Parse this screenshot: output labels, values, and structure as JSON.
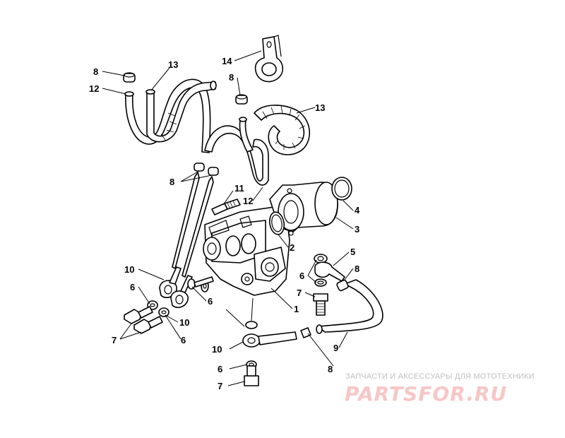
{
  "diagram": {
    "callouts": {
      "c1": "1",
      "c2": "2",
      "c3": "3",
      "c4": "4",
      "c5": "5",
      "c6a": "6",
      "c6b": "6",
      "c6c": "6",
      "c6d": "6",
      "c6e": "6",
      "c7a": "7",
      "c7b": "7",
      "c7c": "7",
      "c8a": "8",
      "c8b": "8",
      "c8c": "8",
      "c8d": "8",
      "c8e": "8",
      "c9": "9",
      "c10a": "10",
      "c10b": "10",
      "c10c": "10",
      "c11": "11",
      "c12a": "12",
      "c12b": "12",
      "c13a": "13",
      "c13b": "13",
      "c14": "14"
    }
  },
  "watermark": {
    "caption": "ЗАПЧАСТИ И АКСЕССУАРЫ ДЛЯ МОТОТЕХНИКИ",
    "logo": "PARTSFOR.RU",
    "color": "#f08080"
  }
}
